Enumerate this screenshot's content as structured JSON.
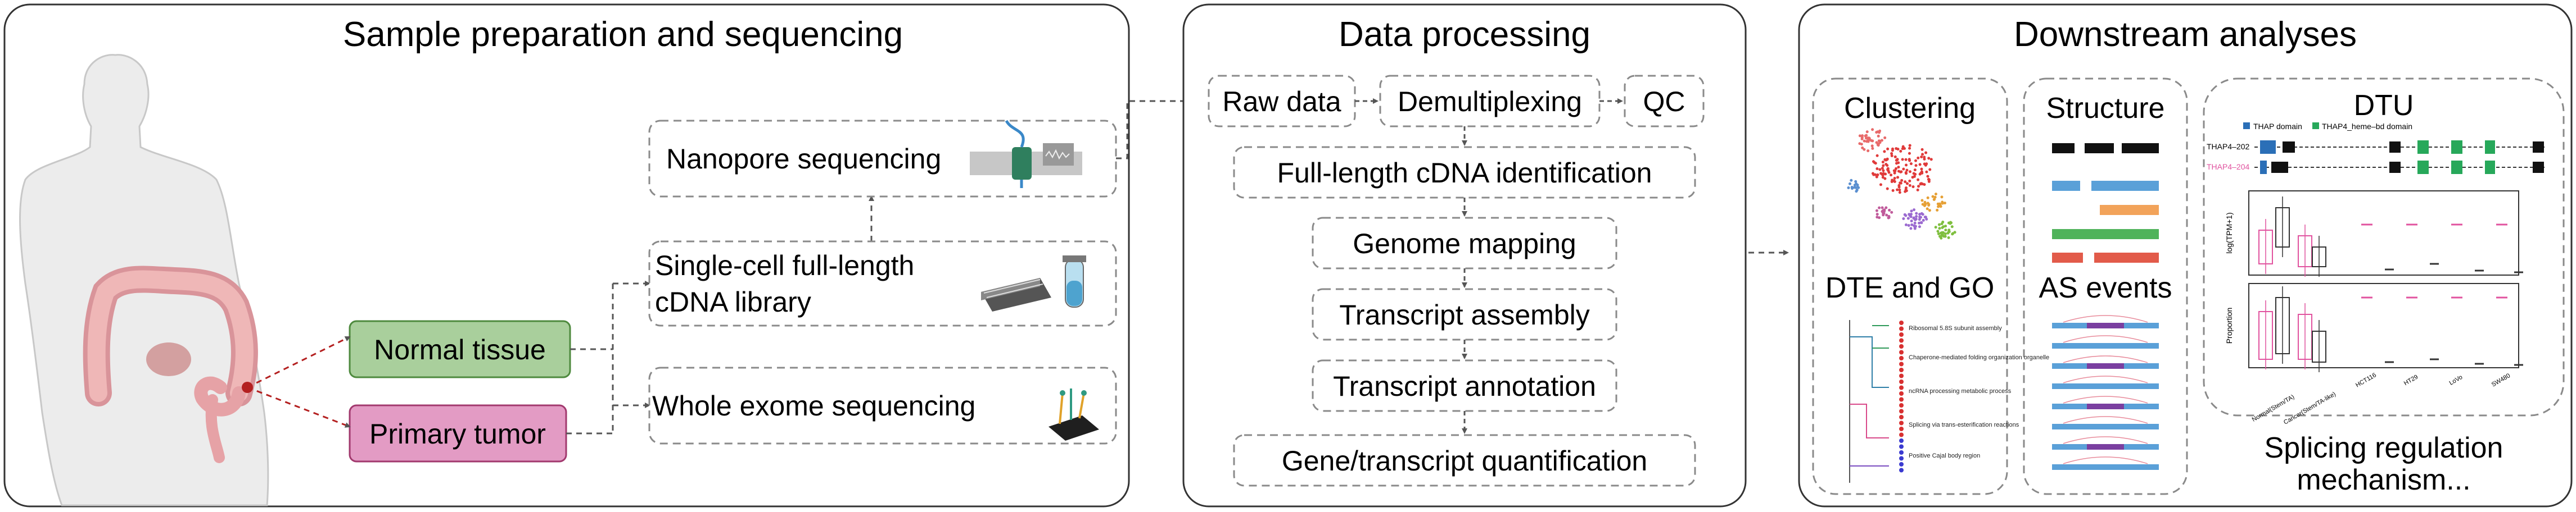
{
  "panels": {
    "sample": {
      "title": "Sample preparation and sequencing",
      "normal_tissue": "Normal tissue",
      "primary_tumor": "Primary tumor",
      "nanopore": "Nanopore sequencing",
      "library_line1": "Single-cell full-length",
      "library_line2": "cDNA library",
      "wes": "Whole exome sequencing"
    },
    "processing": {
      "title": "Data processing",
      "steps": {
        "raw": "Raw data",
        "demux": "Demultiplexing",
        "qc": "QC",
        "fl_cdna": "Full-length cDNA identification",
        "mapping": "Genome mapping",
        "assembly": "Transcript assembly",
        "annotation": "Transcript annotation",
        "quant": "Gene/transcript quantification"
      }
    },
    "downstream": {
      "title": "Downstream analyses",
      "clustering": "Clustering",
      "dte_go": "DTE and GO",
      "structure": "Structure",
      "as_events": "AS events",
      "dtu": "DTU",
      "splicing_line1": "Splicing regulation",
      "splicing_line2": "mechanism...",
      "go_terms": [
        "Ribosomal 5.8S subunit assembly",
        "Chaperone-mediated folding organization organelle",
        "ncRNA processing metabolic process",
        "Splicing via trans-esterification reactions",
        "Positive Cajal body region"
      ],
      "dtu_legend": [
        "THAP domain",
        "THAP4_heme–bd domain"
      ],
      "isoforms": [
        "THAP4–202",
        "THAP4–204"
      ],
      "dtu_ylabels": [
        "log(TPM+1)",
        "Proportion"
      ],
      "dtu_xlabels": [
        "Normal(Stem/TA)",
        "Cancer(Stem/TA-like)",
        "HCT116",
        "HT29",
        "LoVo",
        "SW480"
      ]
    }
  },
  "colors": {
    "normal_fill": "#a9cf9c",
    "normal_stroke": "#4e8a3e",
    "tumor_fill": "#e39bc4",
    "tumor_stroke": "#a2396e",
    "dashed": "#8a8a8a",
    "isoform_highlight": "#e1539f"
  }
}
